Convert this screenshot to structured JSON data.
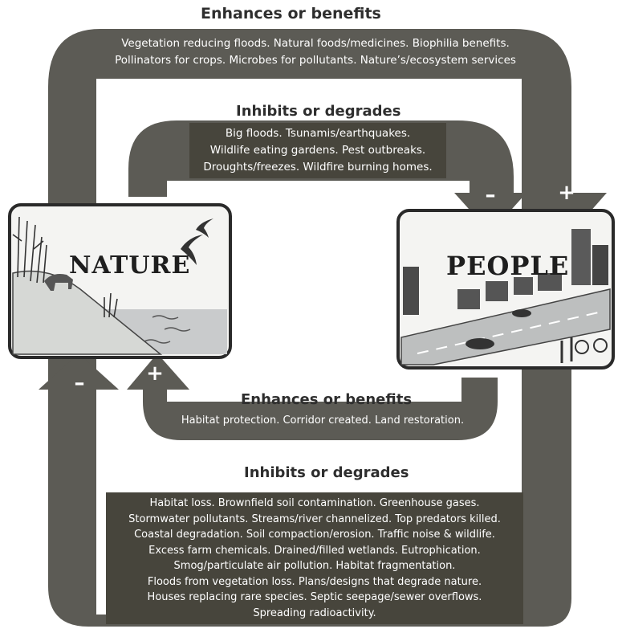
{
  "loops": {
    "outer_top": {
      "label": "Enhances or benefits",
      "lines": [
        "Vegetation reducing floods. Natural foods/medicines. Biophilia benefits.",
        "Pollinators for crops. Microbes for pollutants. Nature’s/ecosystem services"
      ],
      "sign": "+"
    },
    "inner_top": {
      "label": "Inhibits or degrades",
      "lines": [
        "Big floods. Tsunamis/earthquakes.",
        "Wildlife eating gardens. Pest outbreaks.",
        "Droughts/freezes. Wildfire burning homes."
      ],
      "sign": "–"
    },
    "inner_bottom": {
      "label": "Enhances or benefits",
      "lines": [
        "Habitat protection. Corridor created. Land restoration."
      ],
      "sign": "+"
    },
    "outer_bottom": {
      "label": "Inhibits or degrades",
      "lines": [
        "Habitat loss. Brownfield soil contamination. Greenhouse gases.",
        "Stormwater pollutants. Streams/river channelized. Top predators killed.",
        "Coastal degradation. Soil compaction/erosion. Traffic noise & wildlife.",
        "Excess farm chemicals. Drained/filled wetlands. Eutrophication.",
        "Smog/particulate air pollution. Habitat fragmentation.",
        "Floods from vegetation loss. Plans/designs that degrade nature.",
        "Houses replacing rare species. Septic seepage/sewer overflows.",
        "Spreading radioactivity."
      ],
      "sign": "–"
    }
  },
  "panels": {
    "nature": {
      "title": "NATURE"
    },
    "people": {
      "title": "PEOPLE"
    }
  },
  "colors": {
    "band": "#5c5b55",
    "text_box": "#47453c",
    "panel_border": "#2a2a2a",
    "background": "#ffffff"
  }
}
